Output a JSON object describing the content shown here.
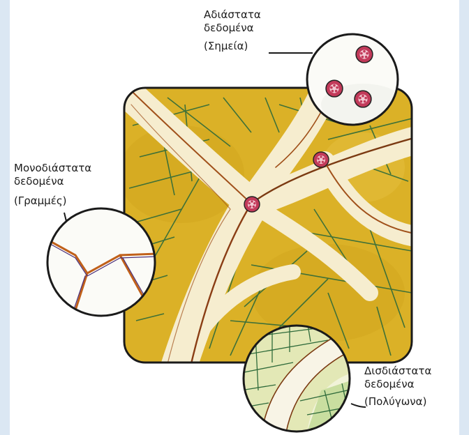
{
  "labels": {
    "points": {
      "title_line1": "Αδιάστατα",
      "title_line2": "δεδομένα",
      "kind": "(Σημεία)"
    },
    "lines": {
      "title_line1": "Μονοδιάστατα",
      "title_line2": "δεδομένα",
      "kind": "(Γραμμές)"
    },
    "polygons": {
      "title_line1": "Δισδιάστατα",
      "title_line2": "δεδομένα",
      "kind": "(Πολύγωνα)"
    }
  },
  "colors": {
    "map_fill": "#d7ab1f",
    "road": "#f6edcf",
    "road_edge": "#a0501a",
    "road_center": "#7b3a12",
    "parcel_lines": "#2e6a3a",
    "point_marker": "#c23a5a",
    "lens_bg": "#fbfbf7",
    "outline": "#1a1a1a",
    "page_bg": "#dbe7f3"
  },
  "icons": [
    "point-marker-icon",
    "magnifier-lens-icon"
  ]
}
